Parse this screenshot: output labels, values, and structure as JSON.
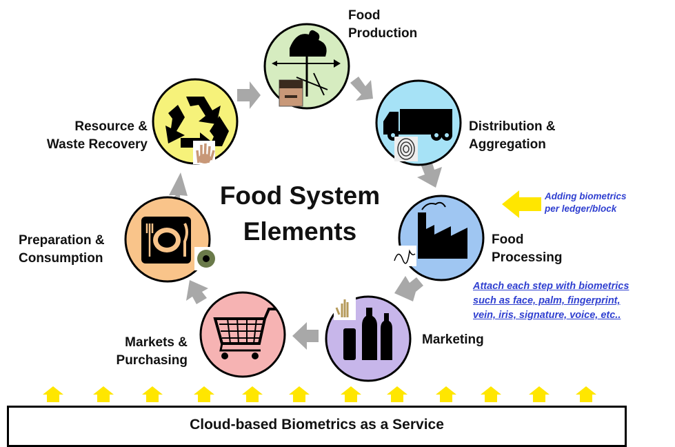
{
  "title": "Food System\nElements",
  "stages": {
    "production": "Food\nProduction",
    "distribution": "Distribution &\nAggregation",
    "processing": "Food\nProcessing",
    "marketing": "Marketing",
    "markets": "Markets &\nPurchasing",
    "preparation": "Preparation &\nConsumption",
    "resource": "Resource &\nWaste Recovery"
  },
  "notes": {
    "biometrics_ledger": "Adding biometrics\nper ledger/block",
    "attach_steps": "Attach each step with biometrics\nsuch as face, palm, fingerprint,\nvein, iris, signature, voice, etc.."
  },
  "bottom_box": {
    "label": "Cloud-based Biometrics as a Service"
  },
  "icons": {
    "production": "weathervane-icon",
    "distribution": "truck-icon",
    "processing": "factory-icon",
    "marketing": "bottles-icon",
    "markets": "shopping-cart-icon",
    "preparation": "plate-cutlery-icon",
    "resource": "recycle-icon"
  },
  "colors": {
    "production": "#d6ecc0",
    "distribution": "#a6e2f6",
    "processing": "#9fc6f2",
    "marketing": "#c7b6ea",
    "markets": "#f6b3b3",
    "preparation": "#f9c48a",
    "resource": "#f6f27a",
    "arrow_gray": "#a8a8a8",
    "arrow_yellow": "#ffe600",
    "note_blue": "#2f3fd0"
  }
}
